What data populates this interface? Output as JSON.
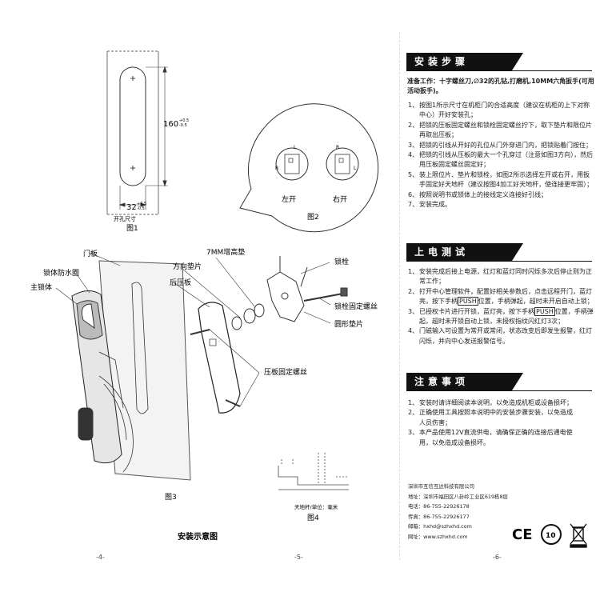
{
  "left_page": {
    "fig1": {
      "dim_height": "160",
      "dim_height_tol_plus": "+0.5",
      "dim_height_tol_minus": "-0.5",
      "dim_width": "32",
      "dim_width_tol_plus": "+0.5",
      "dim_width_tol_minus": "-0.5",
      "hole_size_label": "开孔尺寸",
      "caption": "图1"
    },
    "fig2": {
      "left_label": "左开",
      "right_label": "右开",
      "caption": "图2",
      "marks": [
        "L",
        "R"
      ]
    },
    "fig3": {
      "labels": [
        "门板",
        "锁体防水圈",
        "主锁体",
        "7MM增高垫",
        "方向垫片",
        "后压板",
        "锁栓",
        "锁栓固定螺丝",
        "圆形垫片",
        "压板固定螺丝"
      ],
      "caption": "图3"
    },
    "fig4": {
      "note": "天地杆/单位：毫米",
      "caption": "图4"
    },
    "title": "安装示意图",
    "page_numbers": [
      "-4-",
      "-5-"
    ]
  },
  "right_page": {
    "install": {
      "heading": "安装步骤",
      "prep": "准备工作：十字螺丝刀,∅32的孔钻,打磨机,10MM六角扳手(可用活动扳手)。",
      "steps": [
        "按图1所示尺寸在机柜门的合适高度（建议在机柜的上下对称中心）开好安装孔；",
        "把锁的压板固定螺丝和锁栓固定螺丝拧下，取下垫片和限位片再取出压板；",
        "把锁的引线从开好的孔位从门外穿进门内，把锁贴着门按住；",
        "把锁的引线从压板的最大一个孔穿过（注意如图3方向），然后用压板固定螺丝固定好；",
        "装上限位片、垫片和锁栓，如图2所示选择左开或右开，用扳手固定好天地杆（建议按图4加工好天地杆，使连接更牢固）；",
        "按照说明书或锁体上的接线定义连接好引线；",
        "安装完成。"
      ]
    },
    "power_test": {
      "heading": "上电测试",
      "steps": [
        {
          "text": "安装完成后接上电源，红灯和蓝灯同时闪烁多次后停止则为正常工作；"
        },
        {
          "pre": "打开中心管理软件，配置好相关参数后，点击远程开门，蓝灯亮，按下手柄",
          "box": "PUSH",
          "post": "位置，手柄弹起，超时未开启自动上锁；"
        },
        {
          "pre": "已授权卡片进行开锁，蓝灯亮，按下手柄",
          "box": "PUSH",
          "post": "位置，手柄弹起，超时未开锁自动上锁，未授权指纹闪红灯3次；"
        },
        {
          "text": "门磁输入可设置为常开或常闭，状态改变后即发生报警，红灯闪烁，并向中心发送报警信号。"
        }
      ]
    },
    "notes": {
      "heading": "注意事项",
      "steps": [
        "安装时请详细阅读本说明，以免造成机柜或设备损坏；",
        "正确使用工具按照本说明中的安装步骤安装，以免造成人员伤害；",
        "本产品使用12V直流供电，请确保正确的连接后通电使用，以免造成设备损坏。"
      ]
    },
    "company": {
      "name": "深圳市互信互达科技有限公司",
      "address": "地址：深圳市福田区八卦岭工业区619栋8层",
      "phone": "电话：86-755-22926178",
      "fax": "传真：86-755-22926177",
      "email": "邮箱：hxhd@szhxhd.com",
      "web": "网址：www.szhxhd.com"
    },
    "cert_marks": [
      "CE",
      "10"
    ],
    "page_number": "-6-"
  }
}
